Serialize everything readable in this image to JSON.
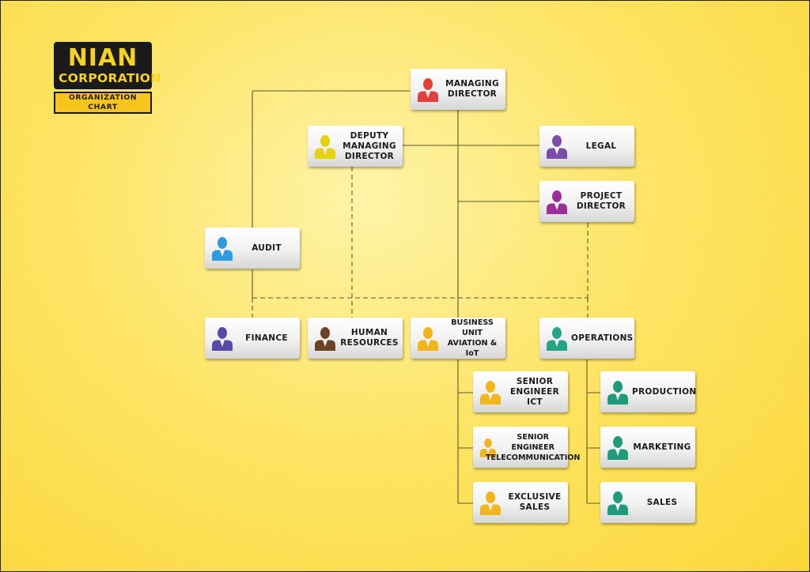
{
  "logo": {
    "name": "NIAN",
    "corporation": "CORPORATION",
    "subtitle": "ORGANIZATION CHART"
  },
  "nodes": {
    "managing_director": {
      "label": "MANAGING\nDIRECTOR",
      "color": "#e2403a"
    },
    "deputy_managing_director": {
      "label": "DEPUTY\nMANAGING\nDIRECTOR",
      "color": "#e6d20a"
    },
    "legal": {
      "label": "LEGAL",
      "color": "#7a4ea8"
    },
    "project_director": {
      "label": "PROJECT\nDIRECTOR",
      "color": "#9a2f97"
    },
    "audit": {
      "label": "AUDIT",
      "color": "#2c9be0"
    },
    "finance": {
      "label": "FINANCE",
      "color": "#5a4aa8"
    },
    "human_resources": {
      "label": "HUMAN\nRESOURCES",
      "color": "#6b4222"
    },
    "business_unit": {
      "label": "BUSINESS UNIT\nAVIATION & IoT",
      "color": "#f2b51a"
    },
    "operations": {
      "label": "OPERATIONS",
      "color": "#26a48a"
    },
    "senior_engineer_ict": {
      "label": "SENIOR\nENGINEER\nICT",
      "color": "#f2b51a"
    },
    "senior_engineer_telecom": {
      "label": "SENIOR\nENGINEER\nTELECOMMUNICATION",
      "color": "#f2b51a"
    },
    "exclusive_sales": {
      "label": "EXCLUSIVE\nSALES",
      "color": "#f2b51a"
    },
    "production": {
      "label": "PRODUCTION",
      "color": "#1f9a7a"
    },
    "marketing": {
      "label": "MARKETING",
      "color": "#1f9a7a"
    },
    "sales": {
      "label": "SALES",
      "color": "#1f9a7a"
    }
  }
}
